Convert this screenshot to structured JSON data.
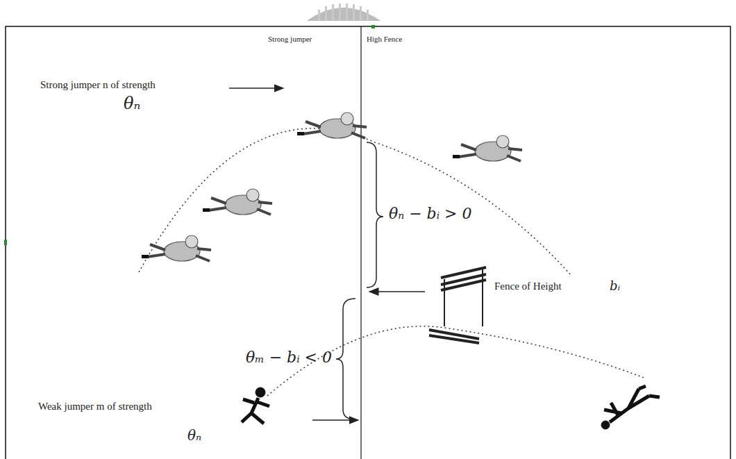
{
  "diagram": {
    "labels": [
      "Strong jumper",
      "High Fence",
      "Strong jumper n of strength",
      "θₙ",
      "θₙ − bᵢ > 0",
      "Fence of Height",
      "bᵢ",
      "θₘ − bᵢ < 0",
      "Weak jumper m of strength",
      "θₙ"
    ]
  }
}
